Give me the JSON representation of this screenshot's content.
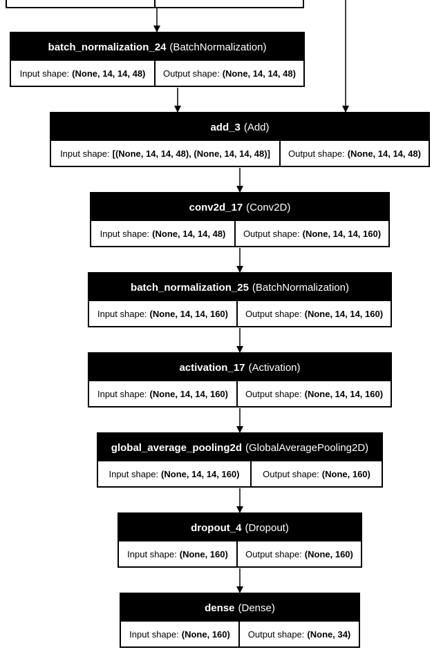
{
  "diagram": {
    "nodes": [
      {
        "id": "batch_normalization_24",
        "name": "batch_normalization_24",
        "type": "(BatchNormalization)",
        "input_label": "Input shape:",
        "input_shape": "(None, 14, 14, 48)",
        "output_label": "Output shape:",
        "output_shape": "(None, 14, 14, 48)"
      },
      {
        "id": "add_3",
        "name": "add_3",
        "type": "(Add)",
        "input_label": "Input shape:",
        "input_shape": "[(None, 14, 14, 48), (None, 14, 14, 48)]",
        "output_label": "Output shape:",
        "output_shape": "(None, 14, 14, 48)"
      },
      {
        "id": "conv2d_17",
        "name": "conv2d_17",
        "type": "(Conv2D)",
        "input_label": "Input shape:",
        "input_shape": "(None, 14, 14, 48)",
        "output_label": "Output shape:",
        "output_shape": "(None, 14, 14, 160)"
      },
      {
        "id": "batch_normalization_25",
        "name": "batch_normalization_25",
        "type": "(BatchNormalization)",
        "input_label": "Input shape:",
        "input_shape": "(None, 14, 14, 160)",
        "output_label": "Output shape:",
        "output_shape": "(None, 14, 14, 160)"
      },
      {
        "id": "activation_17",
        "name": "activation_17",
        "type": "(Activation)",
        "input_label": "Input shape:",
        "input_shape": "(None, 14, 14, 160)",
        "output_label": "Output shape:",
        "output_shape": "(None, 14, 14, 160)"
      },
      {
        "id": "global_average_pooling2d",
        "name": "global_average_pooling2d",
        "type": "(GlobalAveragePooling2D)",
        "input_label": "Input shape:",
        "input_shape": "(None, 14, 14, 160)",
        "output_label": "Output shape:",
        "output_shape": "(None, 160)"
      },
      {
        "id": "dropout_4",
        "name": "dropout_4",
        "type": "(Dropout)",
        "input_label": "Input shape:",
        "input_shape": "(None, 160)",
        "output_label": "Output shape:",
        "output_shape": "(None, 160)"
      },
      {
        "id": "dense",
        "name": "dense",
        "type": "(Dense)",
        "input_label": "Input shape:",
        "input_shape": "(None, 160)",
        "output_label": "Output shape:",
        "output_shape": "(None, 34)"
      }
    ]
  }
}
